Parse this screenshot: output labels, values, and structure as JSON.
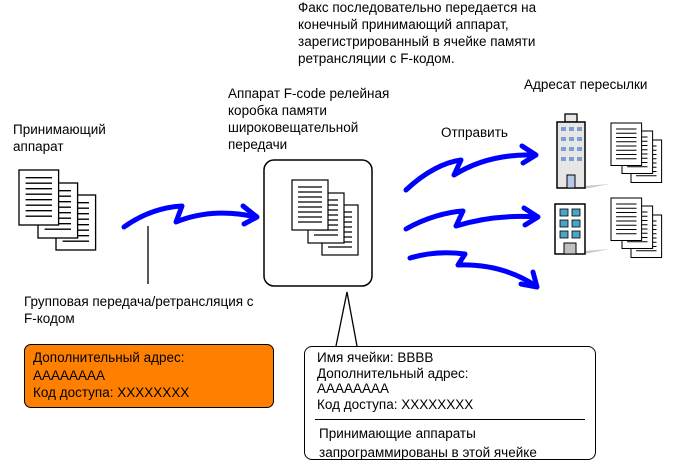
{
  "top_note": [
    "Факс последовательно передается на",
    "конечный принимающий аппарат,",
    "зарегистрированный в ячейке памяти",
    "ретрансляции с F-кодом."
  ],
  "receiving_device_label": [
    "Принимающий",
    "аппарат"
  ],
  "relay_box_label": [
    "Аппарат F-code релейная",
    "коробка памяти",
    "широковещательной",
    "передачи"
  ],
  "forward_destination_label": "Адресат пересылки",
  "send_label": "Отправить",
  "group_transmission_label": [
    "Групповая передача/ретрансляция с",
    "F-кодом"
  ],
  "orange_box": {
    "sub_address_label": "Дополнительный адрес:",
    "sub_address_value": "AAAAAAAA",
    "passcode_line": "Код доступа: XXXXXXXX",
    "color": "#ff8000"
  },
  "cell_box": {
    "cell_name_line": "Имя ячейки: BBBB",
    "sub_address_label": "Дополнительный адрес:",
    "sub_address_value": "AAAAAAAA",
    "passcode_line": "Код доступа: XXXXXXXX",
    "note": [
      "Принимающие аппараты",
      "запрограммированы в этой ячейке"
    ]
  },
  "colors": {
    "arrow": "#0000ff",
    "window_blue": "#7f9fd0",
    "window_teal": "#4aa6c8"
  }
}
